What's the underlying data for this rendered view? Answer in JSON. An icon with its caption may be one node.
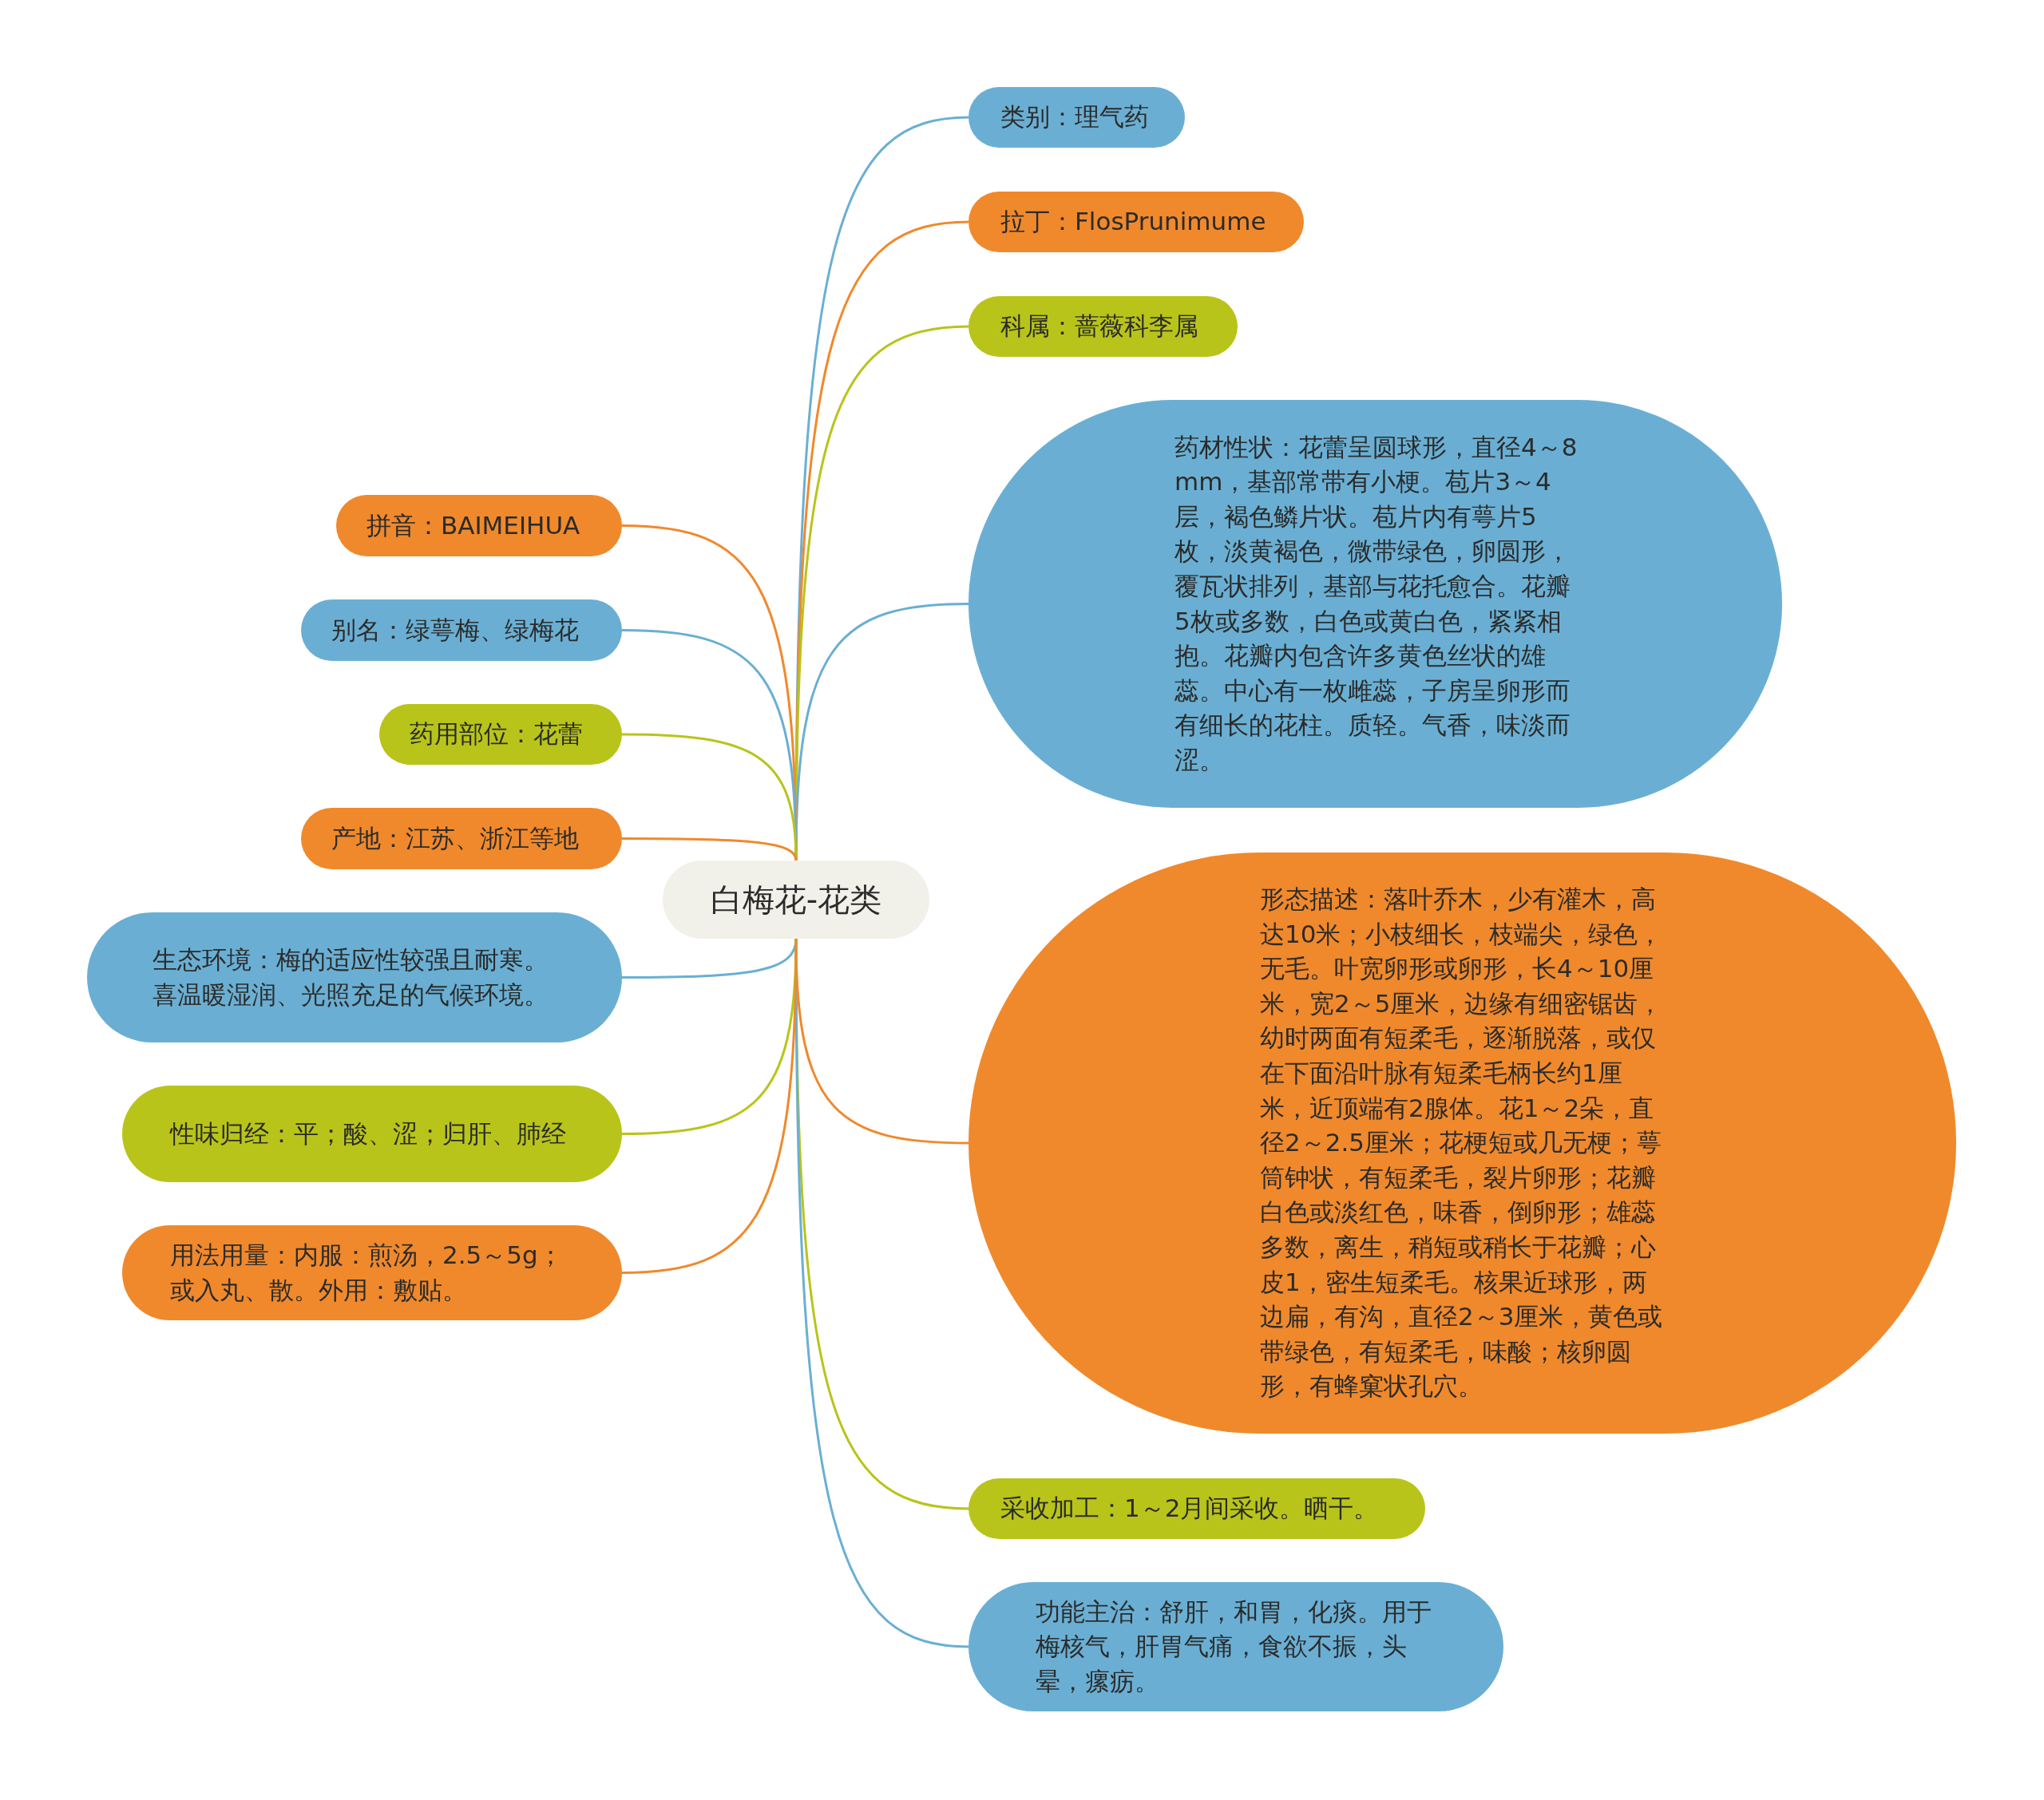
{
  "diagram": {
    "nodes": [
      {
        "text": [
          "白梅花-花类"
        ]
      },
      {
        "text": [
          "类别：理气药"
        ]
      },
      {
        "text": [
          "拉丁：FlosPrunimume"
        ]
      },
      {
        "text": [
          "科属：蔷薇科李属"
        ]
      },
      {
        "text": [
          "药材性状：花蕾呈圆球形，直径4～8mm，基部常带有小梗。苞片3～4层，褐色鳞片状。苞片内有萼片5枚，淡黄褐色，微带绿色，卵圆形，覆瓦状排列，基部与花托愈合。花瓣5枚或多数，白色或黄白色，紧紧相抱。花瓣内包含许多黄色丝状的雄蕊。中心有一枚雌蕊，子房呈卵形而有细长的花柱。质轻。气香，味淡而涩。"
        ]
      },
      {
        "text": [
          "形态描述：落叶乔木，少有灌木，高达10米；小枝细长，枝端尖，绿色，无毛。叶宽卵形或卵形，长4～10厘米，宽2～5厘米，边缘有细密锯齿，幼时两面有短柔毛，逐渐脱落，或仅在下面沿叶脉有短柔毛柄长约1厘米，近顶端有2腺体。花1～2朵，直径2～2.5厘米；花梗短或几无梗；萼筒钟状，有短柔毛，裂片卵形；花瓣白色或淡红色，味香，倒卵形；雄蕊多数，离生，稍短或稍长于花瓣；心皮1，密生短柔毛。核果近球形，两边扁，有沟，直径2～3厘米，黄色或带绿色，有短柔毛，味酸；核卵圆形，有蜂窠状孔穴。"
        ]
      },
      {
        "text": [
          "采收加工：1～2月间采收。晒干。"
        ]
      },
      {
        "text": [
          "功能主治：舒肝，和胃，化痰。用于梅核气，肝胃气痛，食欲不振，头晕，瘰疬。"
        ]
      },
      {
        "text": [
          "拼音：BAIMEIHUA"
        ]
      },
      {
        "text": [
          "别名：绿萼梅、绿梅花"
        ]
      },
      {
        "text": [
          "药用部位：花蕾"
        ]
      },
      {
        "text": [
          "产地：江苏、浙江等地"
        ]
      },
      {
        "text": [
          "生态环境：梅的适应性较强且耐寒。喜温暖湿润、光照充足的气候环境。"
        ]
      },
      {
        "text": [
          "性味归经：平；酸、涩；归肝、肺经"
        ]
      },
      {
        "text": [
          "用法用量：内服：煎汤，2.5～5g；或入丸、散。外用：敷贴。"
        ]
      }
    ],
    "edges": [
      {
        "from": 0,
        "to": 1,
        "arrow": "none",
        "color": "#6aafd3"
      },
      {
        "from": 0,
        "to": 2,
        "arrow": "none",
        "color": "#f0892c"
      },
      {
        "from": 0,
        "to": 3,
        "arrow": "none",
        "color": "#b8c41a"
      },
      {
        "from": 0,
        "to": 4,
        "arrow": "none",
        "color": "#6aafd3"
      },
      {
        "from": 0,
        "to": 5,
        "arrow": "none",
        "color": "#f0892c"
      },
      {
        "from": 0,
        "to": 6,
        "arrow": "none",
        "color": "#b8c41a"
      },
      {
        "from": 0,
        "to": 7,
        "arrow": "none",
        "color": "#6aafd3"
      },
      {
        "from": 0,
        "to": 8,
        "arrow": "none",
        "color": "#f0892c"
      },
      {
        "from": 0,
        "to": 9,
        "arrow": "none",
        "color": "#6aafd3"
      },
      {
        "from": 0,
        "to": 10,
        "arrow": "none",
        "color": "#b8c41a"
      },
      {
        "from": 0,
        "to": 11,
        "arrow": "none",
        "color": "#f0892c"
      },
      {
        "from": 0,
        "to": 12,
        "arrow": "none",
        "color": "#6aafd3"
      },
      {
        "from": 0,
        "to": 13,
        "arrow": "none",
        "color": "#b8c41a"
      },
      {
        "from": 0,
        "to": 14,
        "arrow": "none",
        "color": "#f0892c"
      }
    ]
  }
}
